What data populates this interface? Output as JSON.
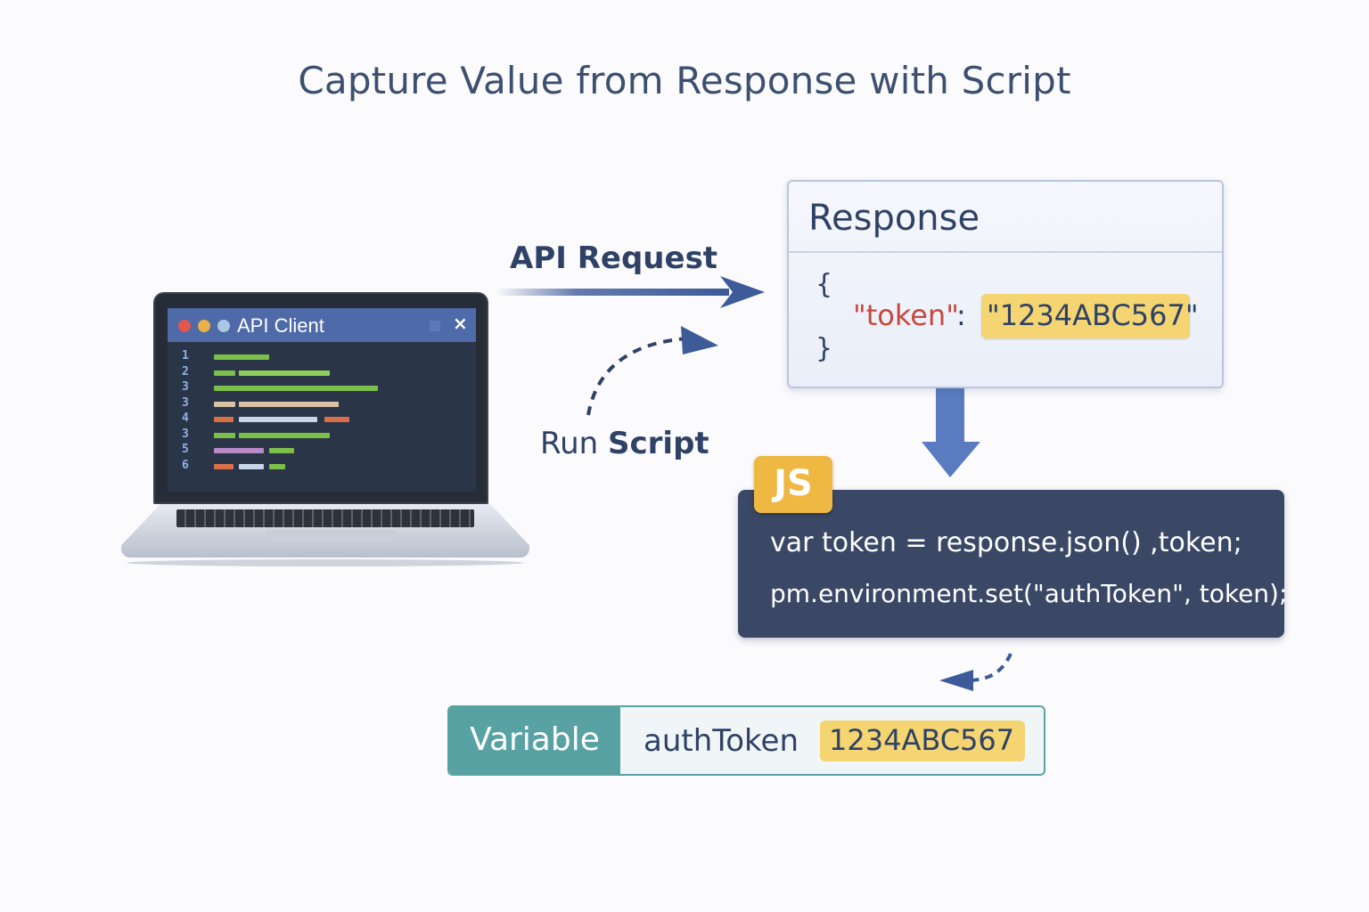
{
  "title": "Capture Value from Response with Script",
  "client": {
    "window_title": "API Client",
    "close_glyph": "×",
    "line_numbers": [
      "1",
      "2",
      "3",
      "3",
      "4",
      "3",
      "5",
      "6"
    ]
  },
  "labels": {
    "api_request": "API Request",
    "run": "Run",
    "script": "Script"
  },
  "response": {
    "title": "Response",
    "open_brace": "{",
    "close_brace": "}",
    "key": "\"token\"",
    "colon": ":",
    "value": "\"1234ABC567\""
  },
  "script": {
    "badge": "JS",
    "line1": "var token = response.json() ,token;",
    "line2": "pm.environment.set(\"authToken\", token);"
  },
  "variable": {
    "label": "Variable",
    "name": "authToken",
    "value": "1234ABC567"
  },
  "colors": {
    "arrow": "#3d5a99",
    "code_green": "#7cc04a",
    "code_beige": "#d9c2a3",
    "code_orange": "#d9704a",
    "code_purple": "#b98ac8",
    "code_lightblue": "#c9d6ea",
    "highlight": "#f4d572",
    "variable_teal": "#58a2a4",
    "js_panel": "#3a4866"
  }
}
